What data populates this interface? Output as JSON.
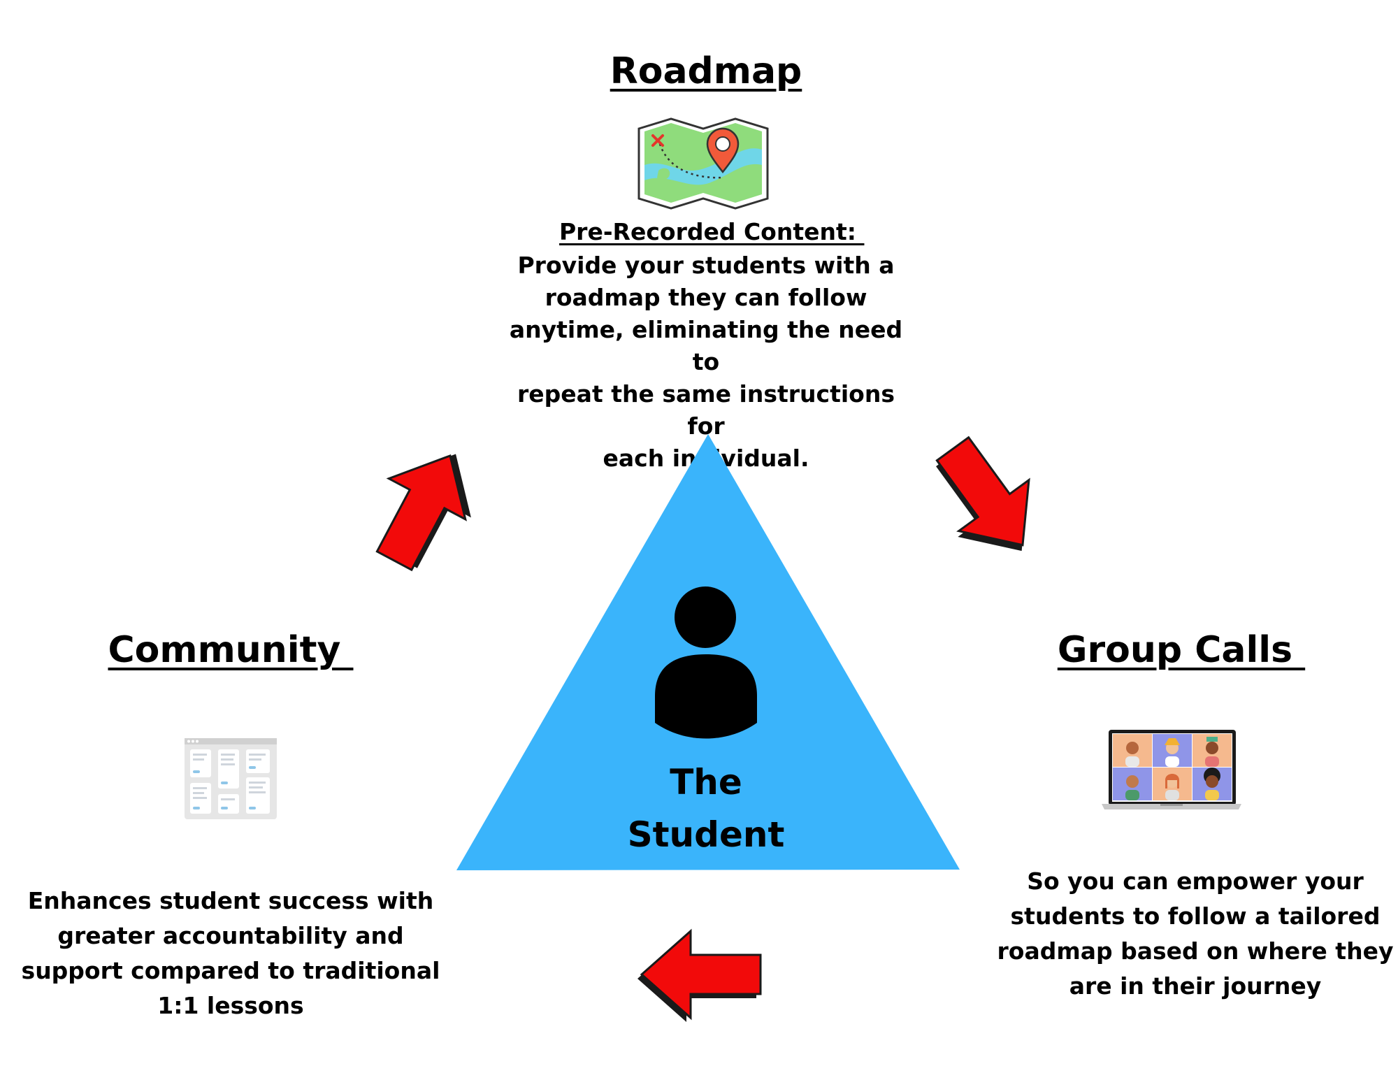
{
  "roadmap": {
    "title": "Roadmap",
    "subtitle": "Pre-Recorded Content: ",
    "lines": [
      "Provide your students with a",
      "roadmap they can follow",
      "anytime, eliminating the need to",
      "repeat the same instructions for",
      "each individual."
    ],
    "icon": "map-icon"
  },
  "center": {
    "lines": [
      "The",
      "Student"
    ],
    "icon": "person-icon",
    "triangle_color": "#3AB4FB"
  },
  "community": {
    "title": "Community ",
    "lines": [
      "Enhances student success with",
      "greater accountability and",
      "support compared to traditional",
      "1:1 lessons"
    ],
    "icon": "board-icon"
  },
  "group_calls": {
    "title": "Group Calls ",
    "lines": [
      "So you can empower your",
      "students to follow a tailored",
      "roadmap based on where they",
      "are in their journey"
    ],
    "icon": "video-call-laptop-icon"
  },
  "arrow_color": "#F20A0A"
}
